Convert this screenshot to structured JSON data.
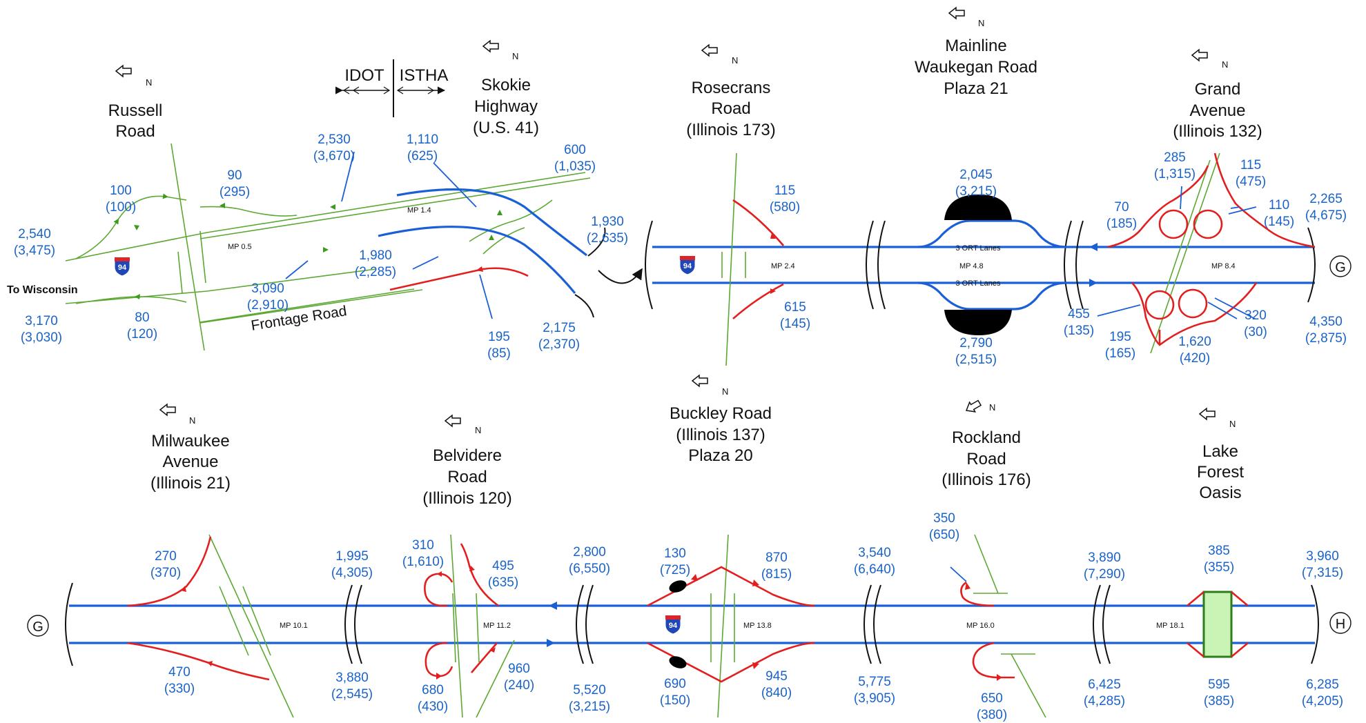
{
  "north_label": "N",
  "shield_number": "94",
  "colors": {
    "mainline": "#1a5fd6",
    "ramp": "#e31e1e",
    "crossroad": "#5ca832",
    "volume": "#1a63c9"
  },
  "top_row": {
    "russell": {
      "name_l1": "Russell",
      "name_l2": "Road"
    },
    "skokie": {
      "name_l1": "Skokie",
      "name_l2": "Highway",
      "name_l3": "(U.S. 41)"
    },
    "idot": "IDOT",
    "istha": "ISTHA",
    "to_wisconsin": "To Wisconsin",
    "frontage_road": "Frontage Road",
    "mp_05": "MP 0.5",
    "mp_14": "MP 1.4",
    "v_2540": "2,540",
    "v_2540p": "(3,475)",
    "v_3170": "3,170",
    "v_3170p": "(3,030)",
    "v_100": "100",
    "v_100p": "(100)",
    "v_80": "80",
    "v_80p": "(120)",
    "v_90": "90",
    "v_90p": "(295)",
    "v_2530": "2,530",
    "v_2530p": "(3,670)",
    "v_3090": "3,090",
    "v_3090p": "(2,910)",
    "v_1110": "1,110",
    "v_1110p": "(625)",
    "v_1980": "1,980",
    "v_1980p": "(2,285)",
    "v_600": "600",
    "v_600p": "(1,035)",
    "v_1930": "1,930",
    "v_1930p": "(2,635)",
    "v_2175": "2,175",
    "v_2175p": "(2,370)",
    "v_195": "195",
    "v_195p": "(85)",
    "rosecrans": {
      "name_l1": "Rosecrans",
      "name_l2": "Road",
      "name_l3": "(Illinois 173)"
    },
    "mp_24": "MP 2.4",
    "v_115": "115",
    "v_115p": "(580)",
    "v_615": "615",
    "v_615p": "(145)",
    "waukegan": {
      "name_l1": "Mainline",
      "name_l2": "Waukegan Road",
      "name_l3": "Plaza 21"
    },
    "ort_top": "3 ORT Lanes",
    "ort_bot": "3 ORT Lanes",
    "mp_48": "MP 4.8",
    "v_2045": "2,045",
    "v_2045p": "(3,215)",
    "v_2790": "2,790",
    "v_2790p": "(2,515)",
    "grand": {
      "name_l1": "Grand",
      "name_l2": "Avenue",
      "name_l3": "(Illinois 132)"
    },
    "mp_84": "MP 8.4",
    "v_285": "285",
    "v_285p": "(1,315)",
    "v_115b": "115",
    "v_115bp": "(475)",
    "v_70": "70",
    "v_70p": "(185)",
    "v_110": "110",
    "v_110p": "(145)",
    "v_2265": "2,265",
    "v_2265p": "(4,675)",
    "v_455": "455",
    "v_455p": "(135)",
    "v_195b": "195",
    "v_195bp": "(165)",
    "v_1620": "1,620",
    "v_1620p": "(420)",
    "v_320": "320",
    "v_320p": "(30)",
    "v_4350": "4,350",
    "v_4350p": "(2,875)",
    "g_label": "G"
  },
  "bottom_row": {
    "milwaukee": {
      "name_l1": "Milwaukee",
      "name_l2": "Avenue",
      "name_l3": "(Illinois 21)"
    },
    "belvidere": {
      "name_l1": "Belvidere",
      "name_l2": "Road",
      "name_l3": "(Illinois 120)"
    },
    "buckley": {
      "name_l1": "Buckley Road",
      "name_l2": "(Illinois 137)",
      "name_l3": "Plaza 20"
    },
    "rockland": {
      "name_l1": "Rockland",
      "name_l2": "Road",
      "name_l3": "(Illinois 176)"
    },
    "oasis": {
      "name_l1": "Lake",
      "name_l2": "Forest",
      "name_l3": "Oasis"
    },
    "g_label": "G",
    "h_label": "H",
    "mp_101": "MP 10.1",
    "mp_112": "MP 11.2",
    "mp_138": "MP 13.8",
    "mp_160": "MP 16.0",
    "mp_181": "MP 18.1",
    "v_270": "270",
    "v_270p": "(370)",
    "v_470": "470",
    "v_470p": "(330)",
    "v_1995": "1,995",
    "v_1995p": "(4,305)",
    "v_3880": "3,880",
    "v_3880p": "(2,545)",
    "v_310": "310",
    "v_310p": "(1,610)",
    "v_495": "495",
    "v_495p": "(635)",
    "v_680": "680",
    "v_680p": "(430)",
    "v_960": "960",
    "v_960p": "(240)",
    "v_2800": "2,800",
    "v_2800p": "(6,550)",
    "v_5520": "5,520",
    "v_5520p": "(3,215)",
    "v_130": "130",
    "v_130p": "(725)",
    "v_870": "870",
    "v_870p": "(815)",
    "v_690": "690",
    "v_690p": "(150)",
    "v_945": "945",
    "v_945p": "(840)",
    "v_3540": "3,540",
    "v_3540p": "(6,640)",
    "v_5775": "5,775",
    "v_5775p": "(3,905)",
    "v_350": "350",
    "v_350p": "(650)",
    "v_650": "650",
    "v_650p": "(380)",
    "v_3890": "3,890",
    "v_3890p": "(7,290)",
    "v_6425": "6,425",
    "v_6425p": "(4,285)",
    "v_385": "385",
    "v_385p": "(355)",
    "v_595": "595",
    "v_595p": "(385)",
    "v_3960": "3,960",
    "v_3960p": "(7,315)",
    "v_6285": "6,285",
    "v_6285p": "(4,205)"
  }
}
